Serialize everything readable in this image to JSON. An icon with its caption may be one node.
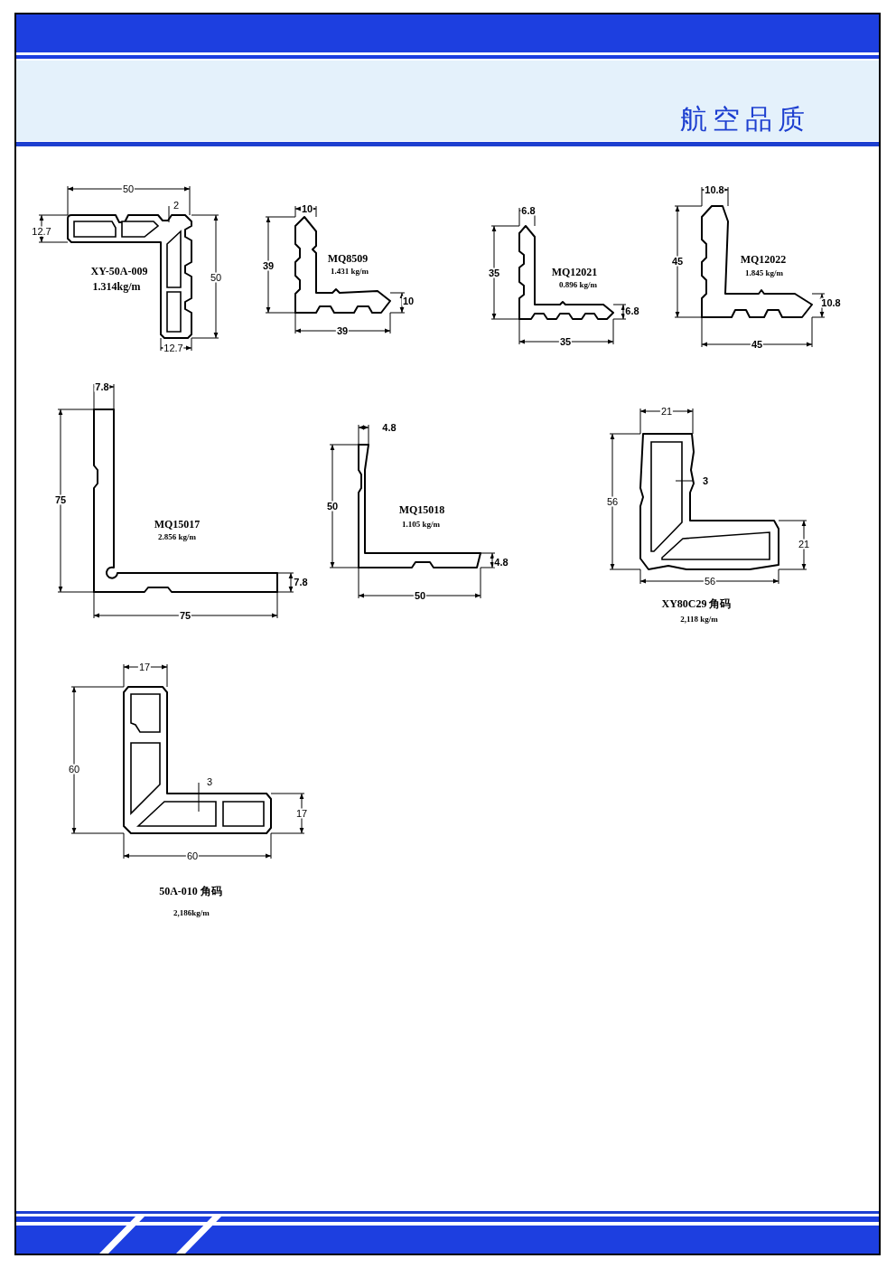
{
  "diagram": {
    "labels": [
      "航空品质",
      "50",
      "2",
      "12.7",
      "XY-50A-009",
      "1.314kg/m",
      "50",
      "12.7",
      "10",
      "39",
      "MQ8509",
      "1.431 kg/m",
      "10",
      "39",
      "6.8",
      "35",
      "MQ12021",
      "0.896 kg/m",
      "6.8",
      "35",
      "10.8",
      "45",
      "MQ12022",
      "1.845 kg/m",
      "10.8",
      "45",
      "7.8",
      "75",
      "MQ15017",
      "2.856 kg/m",
      "7.8",
      "75",
      "4.8",
      "50",
      "MQ15018",
      "1.105 kg/m",
      "4.8",
      "50",
      "21",
      "3",
      "56",
      "21",
      "56",
      "XY80C29 角码",
      "2,118 kg/m",
      "17",
      "60",
      "3",
      "17",
      "60",
      "50A-010 角码",
      "2,186kg/m"
    ]
  }
}
